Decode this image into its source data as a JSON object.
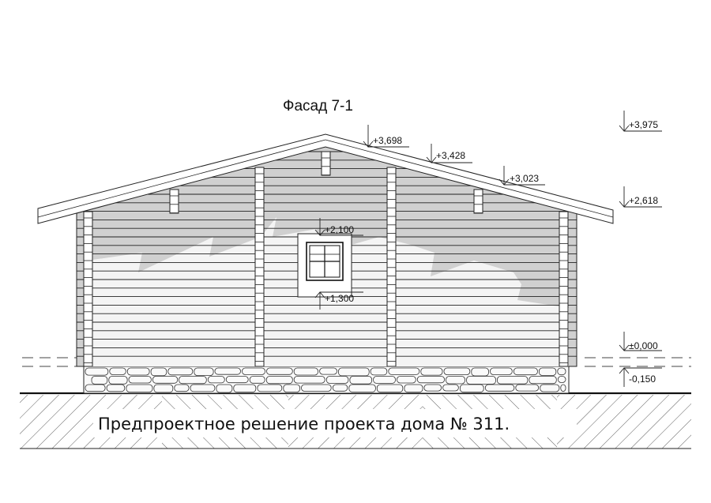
{
  "drawing": {
    "title": "Фасад 7-1",
    "caption": "Предпроектное решение проекта дома № 311."
  },
  "elevations": {
    "ridge": "+3,698",
    "roof_mid": "+3,428",
    "roof_low": "+3,023",
    "top_right": "+3,975",
    "eave": "+2,618",
    "window_top": "+2,100",
    "window_bottom": "+1,300",
    "zero": "±0,000",
    "ground": "-0,150"
  },
  "colors": {
    "wall_shade": "#c8c8c8",
    "line": "#1a1a1a"
  }
}
